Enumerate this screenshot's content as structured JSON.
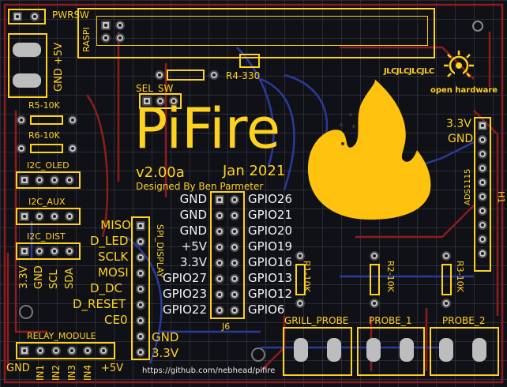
{
  "power": {
    "switch_label": "PWRSW",
    "plus5v": "+5V",
    "gnd": "GND"
  },
  "raspi_label": "RASPI",
  "r4_label": "R4-330",
  "sel_sw_label": "SEL_SW",
  "r5_label": "R5-10K",
  "r6_label": "R6-10K",
  "title": "PiFire",
  "version": "v2.00a",
  "date": "Jan 2021",
  "designer": "Designed By Ben Parmeter",
  "jlc": "JLCJLCJLCJLC",
  "open_hardware": "open hardware",
  "i2c_oled": "I2C_OLED",
  "i2c_aux": "I2C_AUX",
  "i2c_dist": "I2C_DIST",
  "i2c_pins": [
    "3.3V",
    "GND",
    "SCL",
    "SDA"
  ],
  "spi_labels": [
    "MISO",
    "D_LED",
    "SCLK",
    "MOSI",
    "D_DC",
    "D_RESET",
    "CE0",
    "GND",
    "3.3V"
  ],
  "spi_display_label": "SPI_DISPLAY",
  "j6_left": [
    "GND",
    "GND",
    "GND",
    "+5V",
    "3.3V",
    "GPIO27",
    "GPIO23",
    "GPIO22"
  ],
  "j6_right": [
    "GPIO26",
    "GPIO21",
    "GPIO20",
    "GPIO19",
    "GPIO16",
    "GPIO13",
    "GPIO12",
    "GPIO6"
  ],
  "j6_label": "J6",
  "h1": {
    "v33": "3.3V",
    "gnd": "GND",
    "ads": "ADS1115",
    "label": "H1"
  },
  "r1_label": "R1-10K",
  "r2_label": "R2-10K",
  "r3_label": "R3-10K",
  "grill_probe": "GRILL_PROBE",
  "probe1": "PROBE_1",
  "probe2": "PROBE_2",
  "relay_module": "RELAY_MODULE",
  "relay_pins": [
    "GND",
    "IN1",
    "IN2",
    "IN3",
    "IN4",
    "+5V"
  ],
  "url": "https://github.com/nebhead/pifire",
  "colors": {
    "silkscreen": "#ffd21f",
    "board": "#101116",
    "trace_red": "#9a1a1a",
    "trace_blue": "#2f3fa0",
    "flame": "#ffc20e"
  }
}
